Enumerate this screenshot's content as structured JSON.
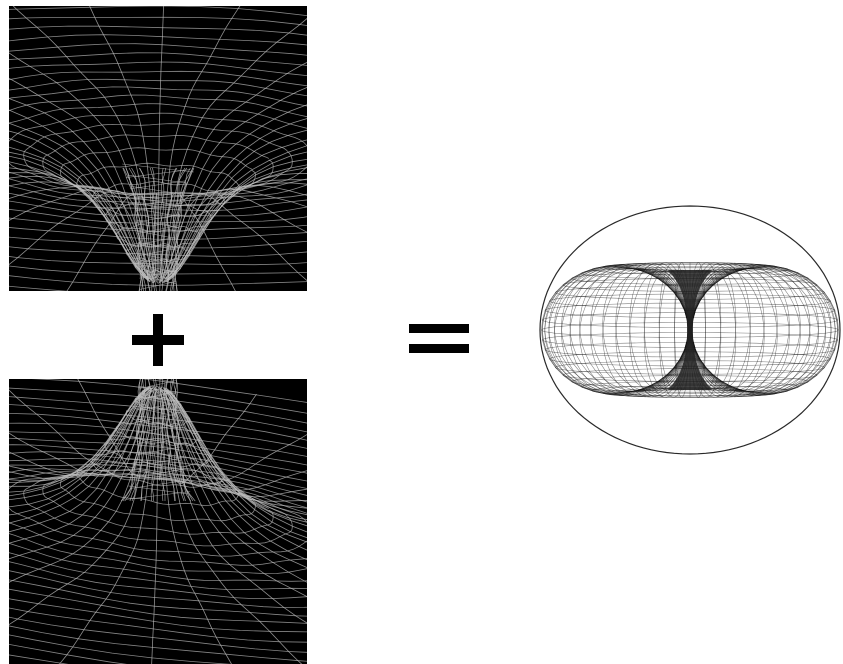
{
  "diagram": {
    "operators": {
      "plus": "+",
      "equals": "="
    },
    "panels": [
      {
        "id": "funnel-down",
        "shape": "wireframe-funnel-downward",
        "background": "#000000",
        "line_color": "#bdbdbd"
      },
      {
        "id": "funnel-up",
        "shape": "wireframe-funnel-upward",
        "background": "#000000",
        "line_color": "#bdbdbd"
      },
      {
        "id": "torus",
        "shape": "wireframe-torus",
        "background": "#ffffff",
        "line_color": "#111111"
      }
    ]
  }
}
